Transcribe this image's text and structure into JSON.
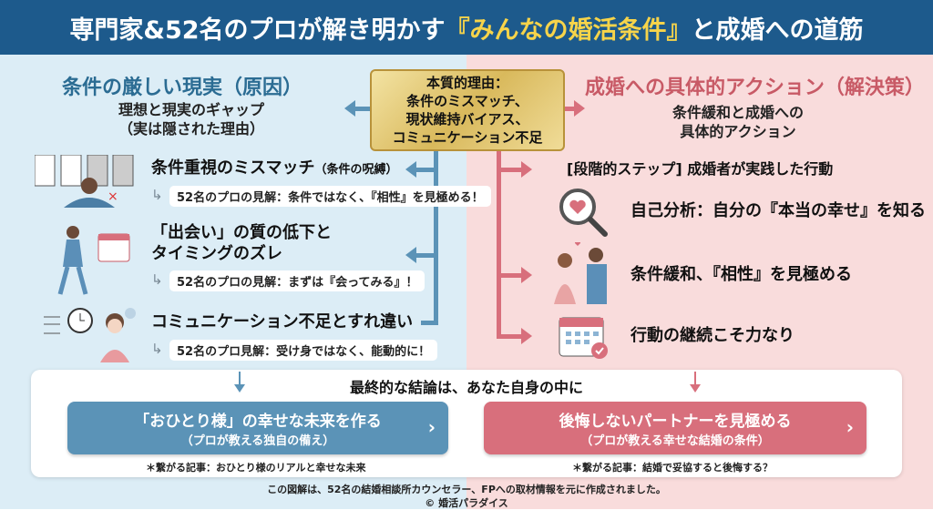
{
  "title": {
    "pre": "専門家&52名のプロが解き明かす",
    "highlight": "『みんなの婚活条件』",
    "post": "と成婚への道筋"
  },
  "core": {
    "lines": [
      "本質的理由：",
      "条件のミスマッチ、",
      "現状維持バイアス、",
      "コミュニケーション不足"
    ]
  },
  "left": {
    "heading": "条件の厳しい現実（原因）",
    "subtitle": [
      "理想と現実のギャップ",
      "（実は隠された理由）"
    ],
    "items": [
      {
        "title": "条件重視のミスマッチ",
        "suffix": "（条件の呪縛）",
        "note": "52名のプロの見解：条件ではなく、『相性』を見極める！",
        "icon": "profile-cards-icon"
      },
      {
        "title": "「出会い」の質の低下と",
        "title2": "タイミングのズレ",
        "note": "52名のプロの見解：まずは『会ってみる』！",
        "icon": "walking-man-calendar-icon"
      },
      {
        "title": "コミュニケーション不足とすれ違い",
        "note": "52名のプロ見解：受け身ではなく、能動的に！",
        "icon": "woman-clock-icon"
      }
    ]
  },
  "right": {
    "heading": "成婚への具体的アクション（解決策）",
    "subtitle": [
      "条件緩和と成婚への",
      "具体的アクション"
    ],
    "steps_label": "[段階的ステップ] 成婚者が実践した行動",
    "items": [
      {
        "text": "自己分析：自分の『本当の幸せ』を知る",
        "icon": "magnifier-heart-icon"
      },
      {
        "text": "条件緩和、『相性』を見極める",
        "icon": "couple-icon"
      },
      {
        "text": "行動の継続こそ力なり",
        "icon": "calendar-check-icon"
      }
    ]
  },
  "conclusion": {
    "heading": "最終的な結論は、あなた自身の中に",
    "left_cta": {
      "title": "「おひとり様」の幸せな未来を作る",
      "sub": "（プロが教える独自の備え）",
      "related": "＊繋がる記事：おひとり様のリアルと幸せな未来"
    },
    "right_cta": {
      "title": "後悔しないパートナーを見極める",
      "sub": "（プロが教える幸せな結婚の条件）",
      "related": "＊繋がる記事：結婚で妥協すると後悔する？"
    }
  },
  "footer": {
    "note": "この図解は、52名の結婚相談所カウンセラー、FPへの取材情報を元に作成されました。",
    "copyright": "© 婚活パラダイス"
  },
  "colors": {
    "blue": "#1d5a8c",
    "accent_blue": "#5b93b7",
    "accent_red": "#d86f7c",
    "gold": "#d9b95c"
  }
}
